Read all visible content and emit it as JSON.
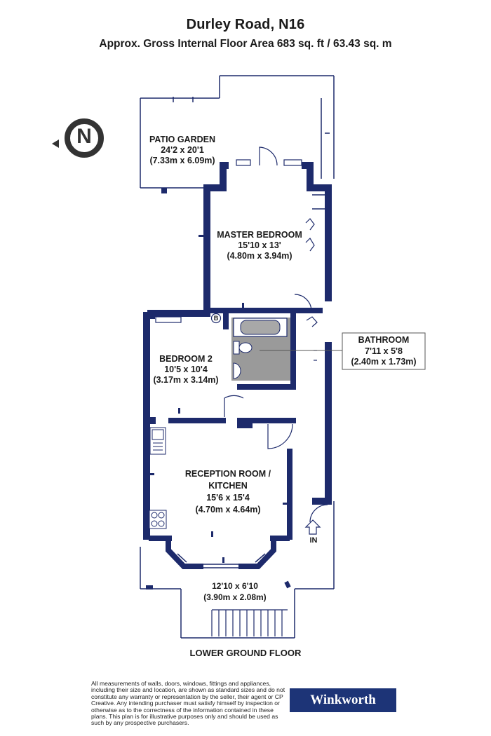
{
  "header": {
    "title": "Durley Road, N16",
    "subtitle": "Approx. Gross Internal Floor Area 683 sq. ft / 63.43 sq. m"
  },
  "compass": {
    "letter": "N"
  },
  "rooms": {
    "patio": {
      "name": "PATIO GARDEN",
      "imperial": "24'2 x 20'1",
      "metric": "(7.33m x 6.09m)"
    },
    "master": {
      "name": "MASTER BEDROOM",
      "imperial": "15'10 x 13'",
      "metric": "(4.80m x 3.94m)"
    },
    "bathroom": {
      "name": "BATHROOM",
      "imperial": "7'11 x 5'8",
      "metric": "(2.40m x 1.73m)"
    },
    "bedroom2": {
      "name": "BEDROOM 2",
      "imperial": "10'5 x 10'4",
      "metric": "(3.17m x 3.14m)"
    },
    "reception": {
      "name_line1": "RECEPTION ROOM /",
      "name_line2": "KITCHEN",
      "imperial": "15'6 x 15'4",
      "metric": "(4.70m x 4.64m)"
    },
    "front": {
      "imperial": "12'10 x 6'10",
      "metric": "(3.90m x 2.08m)"
    }
  },
  "markers": {
    "boiler": "B",
    "entrance": "IN"
  },
  "floor_label": "LOWER GROUND FLOOR",
  "disclaimer": "All measurements of walls, doors, windows, fittings and appliances, including their size and location, are shown as standard sizes and do not constitute any warranty or representation by the seller, their agent or CP Creative. Any intending purchaser must satisfy himself by inspection or otherwise as to the correctness of the information contained in these plans. This plan is for illustrative purposes only and should be used as such by any prospective purchasers.",
  "brand": {
    "name": "Winkworth"
  },
  "colors": {
    "wall": "#1d2a6b",
    "brand": "#1d3477",
    "bath_fill": "#9a9a9a"
  }
}
